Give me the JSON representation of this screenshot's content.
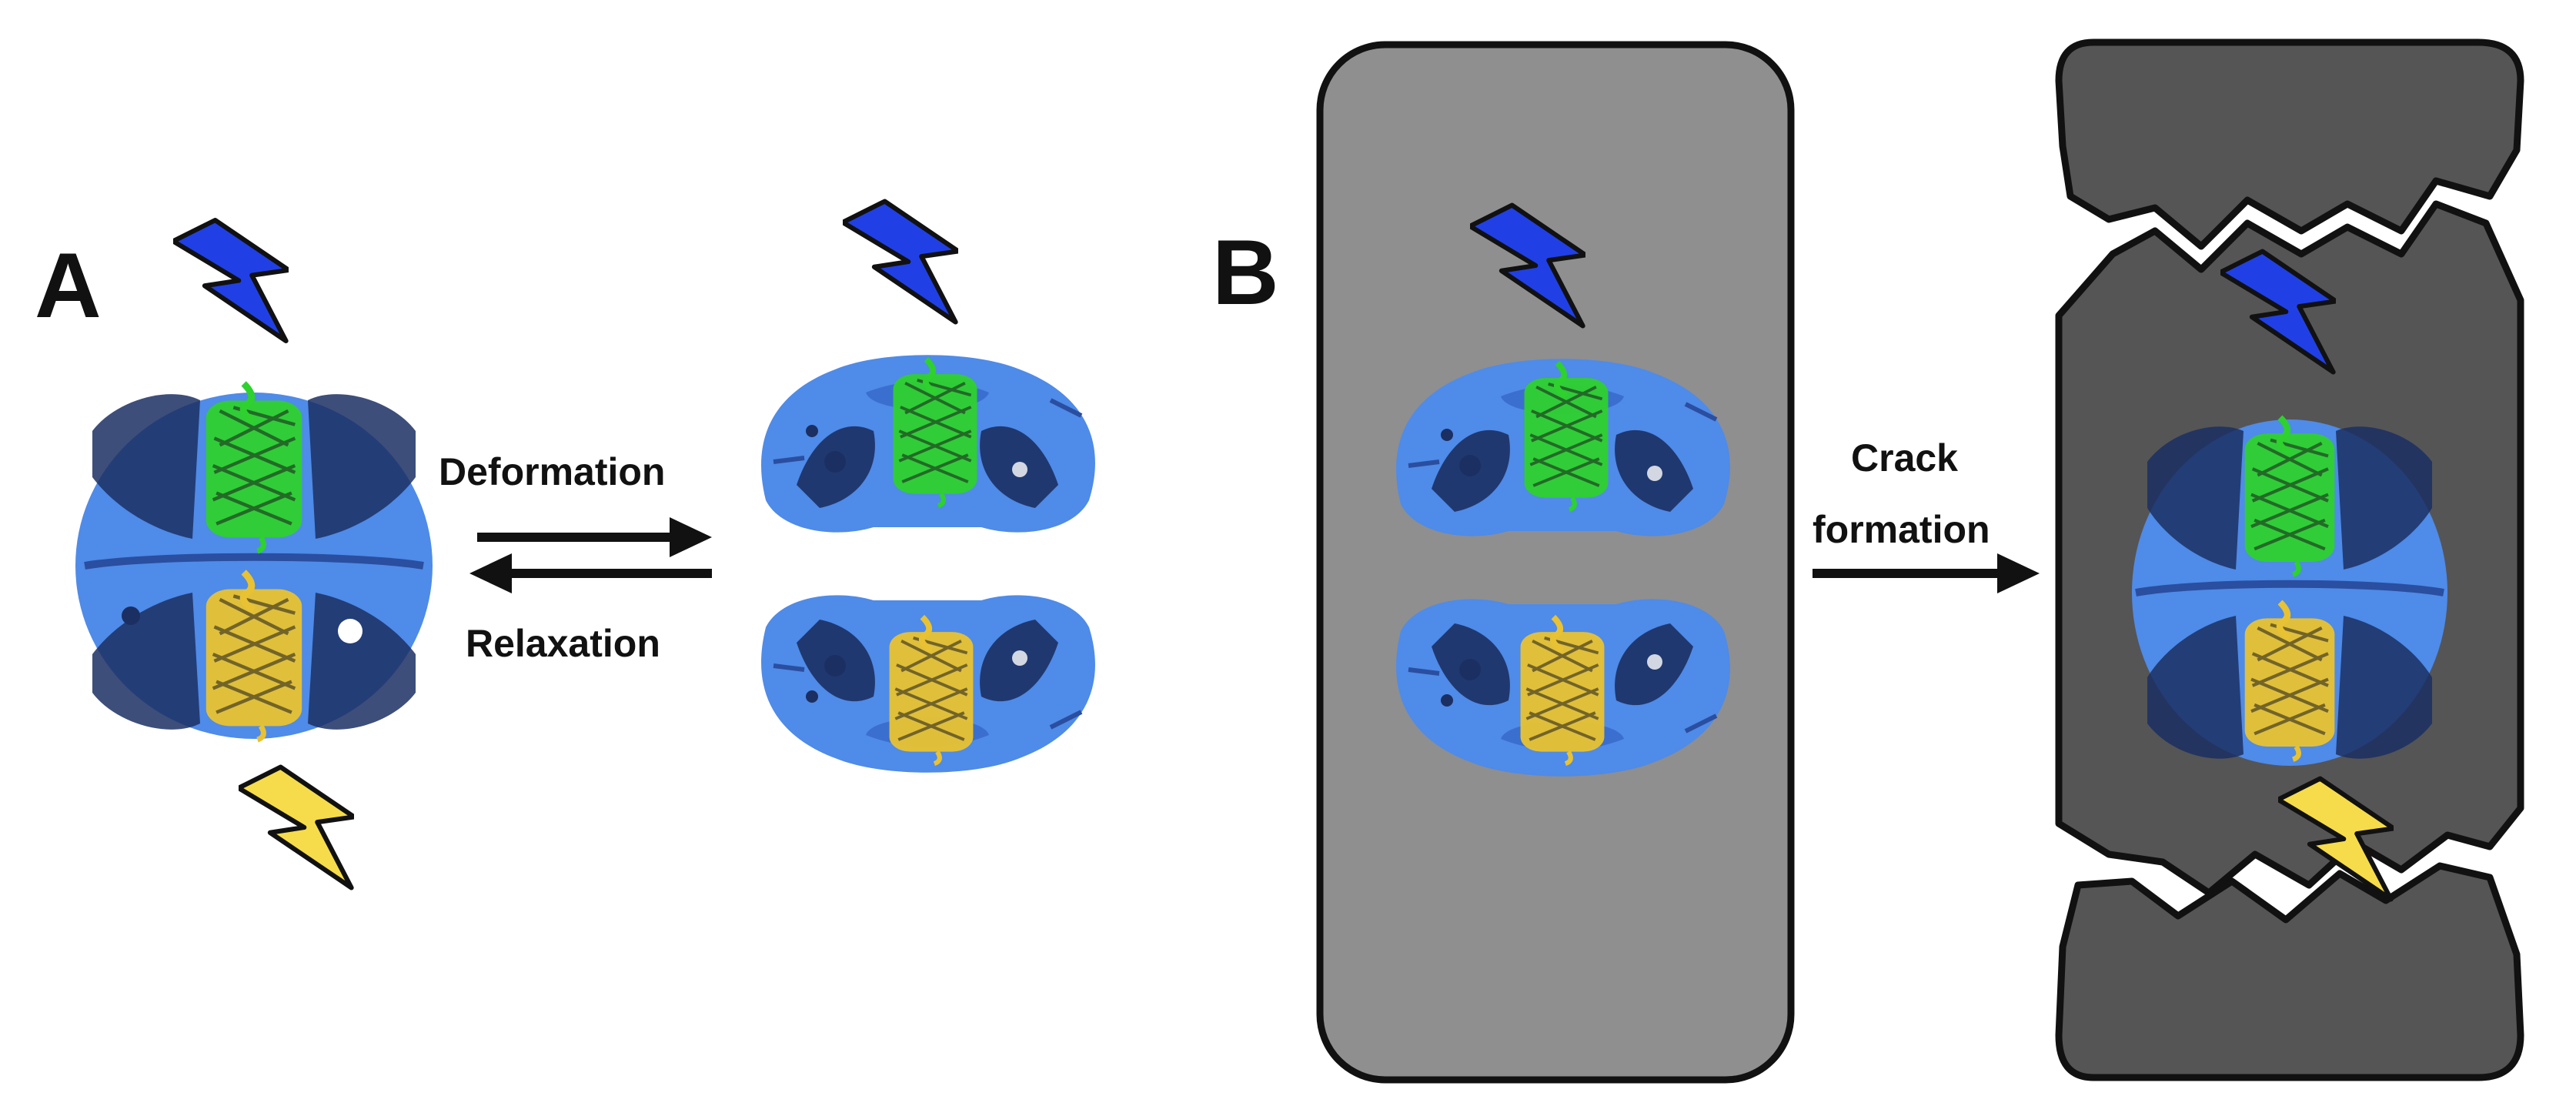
{
  "panels": {
    "a_letter": "A",
    "b_letter": "B"
  },
  "labels": {
    "deformation": "Deformation",
    "relaxation": "Relaxation",
    "crack_line1": "Crack",
    "crack_line2": "formation"
  },
  "colors": {
    "protein_light": "#4f8be8",
    "protein_mid": "#3a6fcf",
    "protein_dark": "#1b2f63",
    "green_barrel": "#2ed12e",
    "yellow_barrel": "#e8c232",
    "bolt_blue": "#2040e6",
    "bolt_yellow": "#f6dc4a",
    "gel_intact": "#8f8f8f",
    "gel_cracked": "#555555",
    "outline": "#111111"
  },
  "icons": [
    "lightning-bolt-icon",
    "arrow-right-icon",
    "arrow-left-icon"
  ]
}
